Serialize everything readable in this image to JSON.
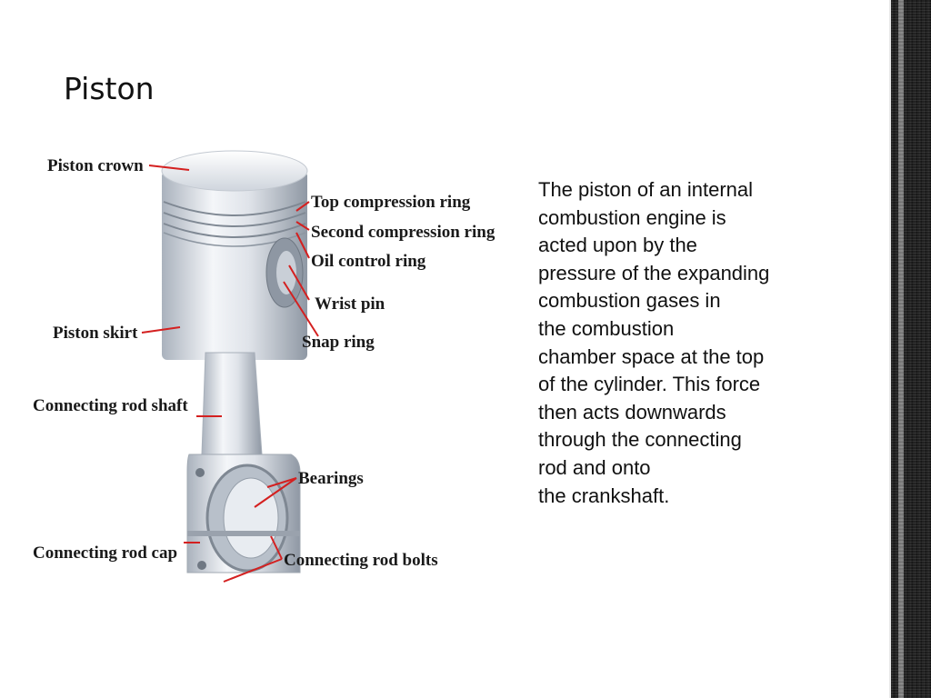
{
  "slide": {
    "title": "Piston",
    "body_lines": [
      "The piston of an internal",
      "combustion engine is",
      "acted upon by the",
      "pressure of the expanding",
      "combustion gases in",
      "the combustion",
      "chamber space at the top",
      "of the cylinder. This force",
      "then acts downwards",
      "through the connecting",
      "rod and onto",
      "the crankshaft."
    ]
  },
  "diagram": {
    "labels": {
      "piston_crown": "Piston crown",
      "top_compression_ring": "Top compression ring",
      "second_compression_ring": "Second compression ring",
      "oil_control_ring": "Oil control ring",
      "wrist_pin": "Wrist pin",
      "snap_ring": "Snap ring",
      "piston_skirt": "Piston skirt",
      "connecting_rod_shaft": "Connecting rod shaft",
      "bearings": "Bearings",
      "connecting_rod_cap": "Connecting rod cap",
      "connecting_rod_bolts": "Connecting rod bolts"
    },
    "colors": {
      "leader": "#d42020",
      "metal_light": "#f2f4f7",
      "metal_dark": "#9aa2ad"
    }
  }
}
